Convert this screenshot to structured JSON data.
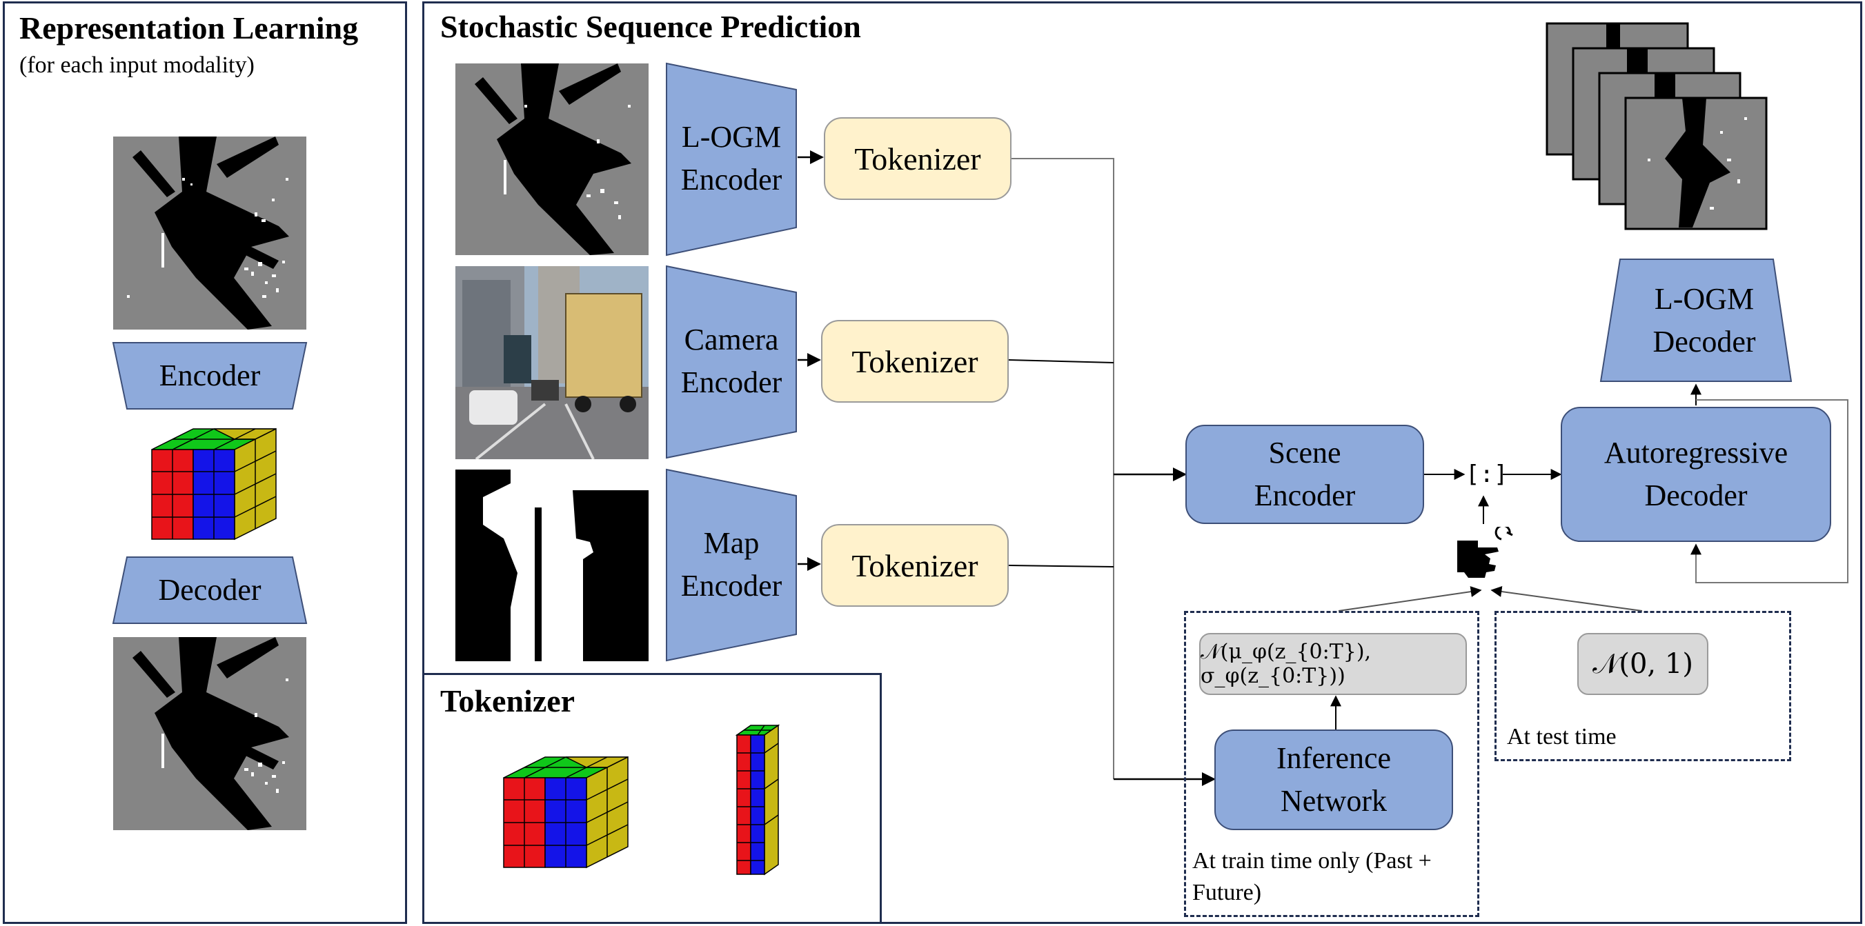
{
  "representation_learning": {
    "title": "Representation Learning",
    "subtitle": "(for each input modality)",
    "encoder_label": "Encoder",
    "decoder_label": "Decoder"
  },
  "sequence_prediction": {
    "title": "Stochastic Sequence Prediction",
    "encoders": [
      {
        "label": "L-OGM Encoder"
      },
      {
        "label": "Camera Encoder"
      },
      {
        "label": "Map Encoder"
      }
    ],
    "tokenizer_label": "Tokenizer",
    "scene_encoder_label": "Scene Encoder",
    "concat_label": "[:]",
    "autoregressive_decoder_label": "Autoregressive Decoder",
    "logm_decoder_label": "L-OGM Decoder",
    "inference_network_label": "Inference Network",
    "posterior_label": "𝒩(μ_φ(z_{0:T}), σ_φ(z_{0:T}))",
    "prior_label": "𝒩(0, 1)",
    "train_note": "At train time only (Past + Future)",
    "test_note": "At test time"
  },
  "tokenizer_panel": {
    "title": "Tokenizer"
  },
  "colors": {
    "panel_border": "#1f2d4f",
    "encoder_fill": "#8eaadb",
    "tokenizer_fill": "#fff2cc",
    "grey_box": "#d9d9d9",
    "cube_red": "#e8141a",
    "cube_blue": "#1414e8",
    "cube_green": "#10c81a",
    "cube_yellow": "#c8b814"
  }
}
